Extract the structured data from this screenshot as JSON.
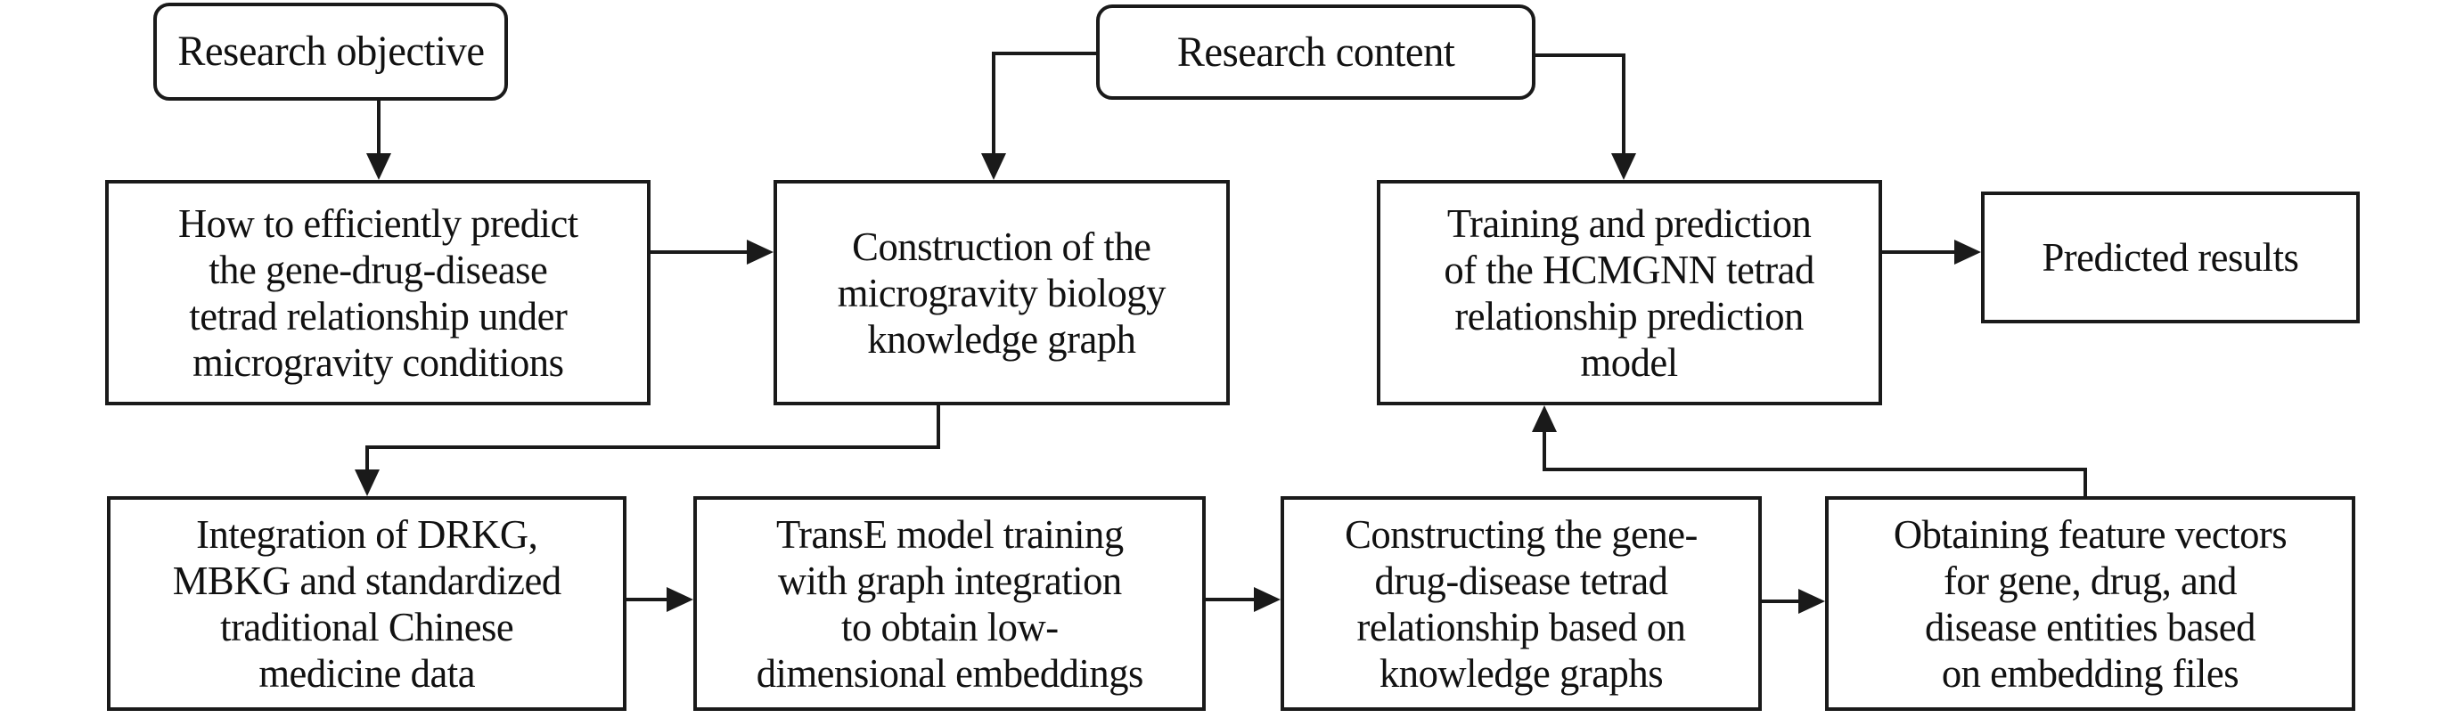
{
  "diagram": {
    "kind": "research flowchart",
    "nodes": {
      "research_objective": "Research objective",
      "research_content": "Research content",
      "objective_detail": [
        "How to efficiently predict",
        "the gene-drug-disease",
        "tetrad relationship under",
        "microgravity conditions"
      ],
      "kg_construction": [
        "Construction of the",
        "microgravity biology",
        "knowledge graph"
      ],
      "model_training": [
        "Training and prediction",
        "of the HCMGNN tetrad",
        "relationship prediction",
        "model"
      ],
      "predicted_results": "Predicted results",
      "data_integration": [
        "Integration of DRKG,",
        "MBKG and standardized",
        "traditional Chinese",
        "medicine data"
      ],
      "transe_training": [
        "TransE model training",
        "with graph integration",
        "to obtain low-",
        "dimensional embeddings"
      ],
      "tetrad_construction": [
        "Constructing the gene-",
        "drug-disease tetrad",
        "relationship based on",
        "knowledge graphs"
      ],
      "feature_vectors": [
        "Obtaining feature vectors",
        "for gene, drug, and",
        "disease entities based",
        "on embedding files"
      ]
    },
    "colors": {
      "line": "#1a1a1a",
      "box_background": "#ffffff",
      "text": "#111111",
      "page_background": "#ffffff"
    }
  }
}
